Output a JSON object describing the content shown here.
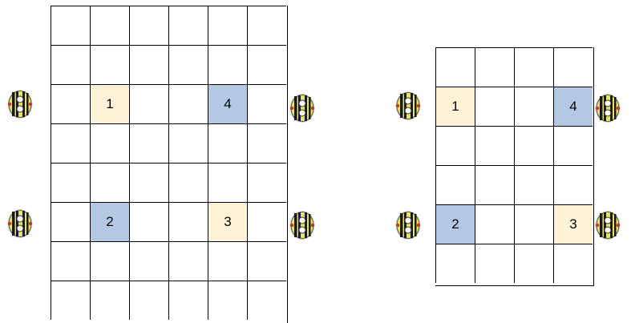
{
  "left_grid": {
    "columns": 6,
    "rows": 8,
    "cells": [
      {
        "row": 2,
        "col": 1,
        "label": "1",
        "fill": "#fff2d6"
      },
      {
        "row": 2,
        "col": 4,
        "label": "4",
        "fill": "#b4c8e4"
      },
      {
        "row": 5,
        "col": 1,
        "label": "2",
        "fill": "#b4c8e4"
      },
      {
        "row": 5,
        "col": 4,
        "label": "3",
        "fill": "#fff2d6"
      }
    ]
  },
  "right_grid": {
    "columns": 4,
    "rows": 6,
    "cells": [
      {
        "row": 1,
        "col": 0,
        "label": "1",
        "fill": "#fff2d6"
      },
      {
        "row": 1,
        "col": 3,
        "label": "4",
        "fill": "#b4c8e4"
      },
      {
        "row": 4,
        "col": 0,
        "label": "2",
        "fill": "#b4c8e4"
      },
      {
        "row": 4,
        "col": 3,
        "label": "3",
        "fill": "#fff2d6"
      }
    ]
  },
  "robot_icon": "bee-bot-icon",
  "colors": {
    "cream": "#fff2d6",
    "blue": "#b4c8e4",
    "bee_yellow": "#e8e65a",
    "bee_stripe": "#1a1a1a",
    "bee_red": "#c0392b"
  }
}
